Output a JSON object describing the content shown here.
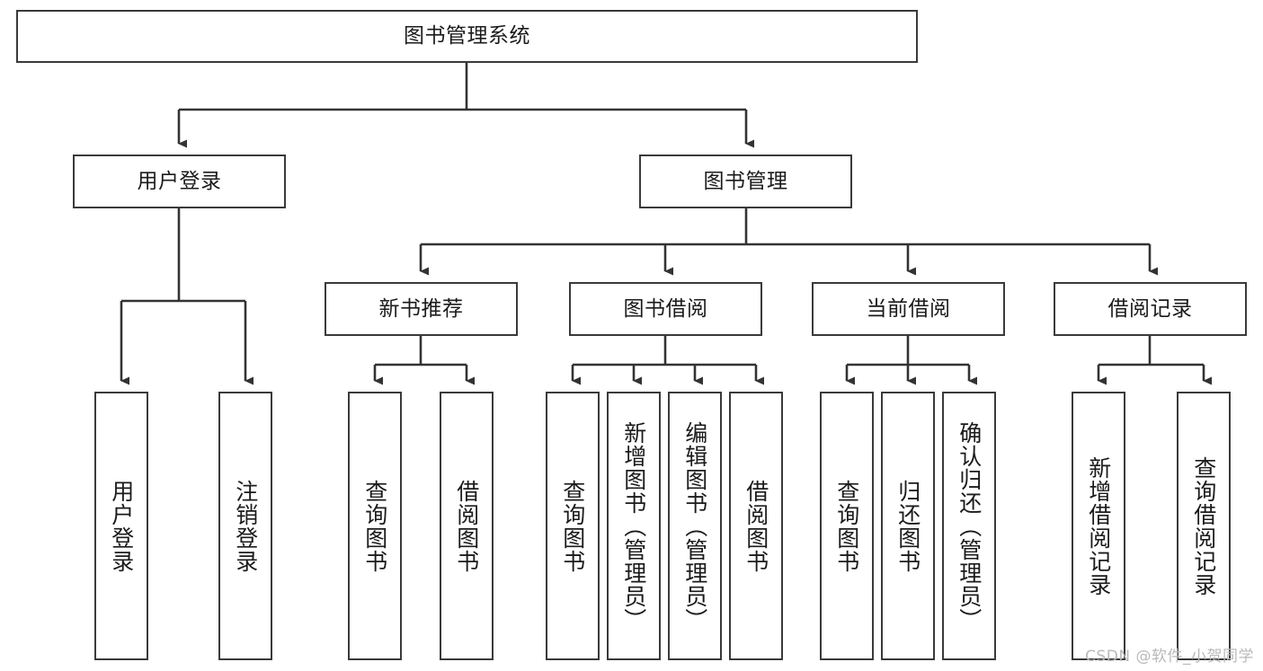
{
  "diagram": {
    "title": "图书管理系统",
    "type": "tree-hierarchy-chart",
    "watermark": "CSDN @软件_小贺同学",
    "colors": {
      "box_border": "#3a3a3a",
      "box_fill": "#ffffff",
      "edge": "#333333",
      "text": "#1b1b1b",
      "watermark": "#b9b9b9",
      "background": "#ffffff"
    },
    "nodes": {
      "root": {
        "label": "图书管理系统",
        "orientation": "horizontal"
      },
      "level2": [
        {
          "label": "用户登录",
          "orientation": "horizontal"
        },
        {
          "label": "图书管理",
          "orientation": "horizontal"
        }
      ],
      "level3": [
        {
          "label": "新书推荐",
          "orientation": "horizontal"
        },
        {
          "label": "图书借阅",
          "orientation": "horizontal"
        },
        {
          "label": "当前借阅",
          "orientation": "horizontal"
        },
        {
          "label": "借阅记录",
          "orientation": "horizontal"
        }
      ],
      "leaves_user_login": [
        {
          "label": "用户登录",
          "orientation": "vertical"
        },
        {
          "label": "注销登录",
          "orientation": "vertical"
        }
      ],
      "leaves_new_book": [
        {
          "label": "查询图书",
          "orientation": "vertical"
        },
        {
          "label": "借阅图书",
          "orientation": "vertical"
        }
      ],
      "leaves_borrow": [
        {
          "label": "查询图书",
          "orientation": "vertical"
        },
        {
          "label": "新增图书（管理员）",
          "orientation": "vertical"
        },
        {
          "label": "编辑图书（管理员）",
          "orientation": "vertical"
        },
        {
          "label": "借阅图书",
          "orientation": "vertical"
        }
      ],
      "leaves_current": [
        {
          "label": "查询图书",
          "orientation": "vertical"
        },
        {
          "label": "归还图书",
          "orientation": "vertical"
        },
        {
          "label": "确认归还（管理员）",
          "orientation": "vertical"
        }
      ],
      "leaves_records": [
        {
          "label": "新增借阅记录",
          "orientation": "vertical"
        },
        {
          "label": "查询借阅记录",
          "orientation": "vertical"
        }
      ]
    }
  }
}
